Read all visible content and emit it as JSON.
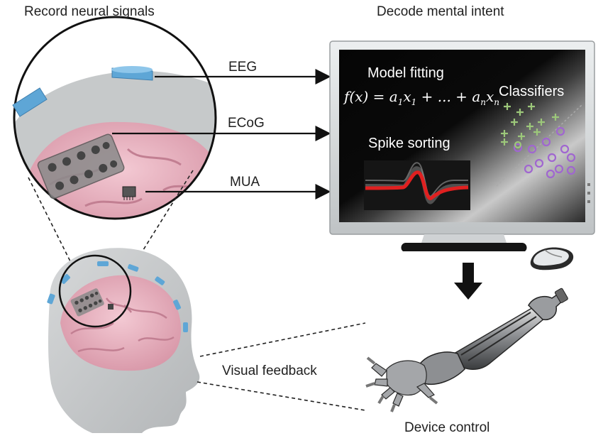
{
  "labels": {
    "record": "Record neural signals",
    "decode": "Decode mental intent",
    "eeg": "EEG",
    "ecog": "ECoG",
    "mua": "MUA",
    "visual_feedback": "Visual feedback",
    "device_control": "Device control"
  },
  "screen": {
    "model_fitting": "Model fitting",
    "classifiers": "Classifiers",
    "spike_sorting": "Spike sorting",
    "formula": {
      "f": "f",
      "x": "x",
      "eq": ") = ",
      "a": "a",
      "sub1": "1",
      "plus_dots": " + ... + ",
      "subn": "n"
    }
  },
  "colors": {
    "electrode_blue": "#5ea6d6",
    "brain_pink": "#e8aebb",
    "head_gray": "#c9cccd",
    "spike_red": "#e02020",
    "class_green": "#9cc77a",
    "class_purple": "#a066d0"
  }
}
